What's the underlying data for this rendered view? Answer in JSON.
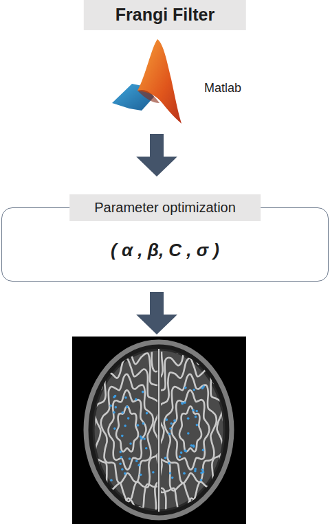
{
  "diagram": {
    "title": "Frangi Filter",
    "nodes": [
      {
        "text": [
          "Parameter optimization",
          "( α , β, C , σ )"
        ]
      }
    ],
    "labels": [
      "Matlab"
    ]
  }
}
